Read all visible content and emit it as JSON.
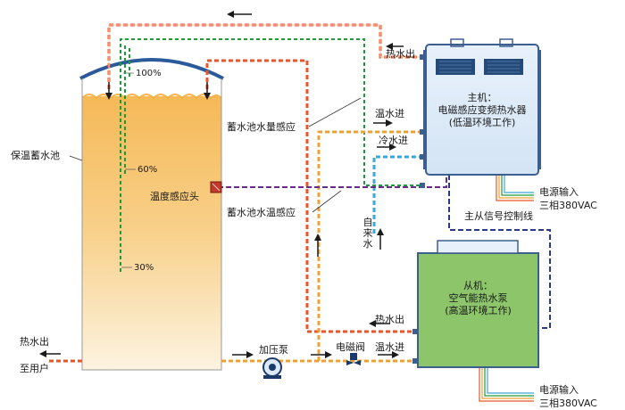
{
  "tank": {
    "label": "保温蓄水池",
    "level_100": "100%",
    "level_60": "60%",
    "level_30": "30%",
    "outlet_label_line1": "热水出",
    "outlet_label_line2": "至用户"
  },
  "main_unit": {
    "title_line1": "主机：",
    "title_line2": "电磁感应变频热水器",
    "title_line3": "(低温环境工作)",
    "hot_out": "热水出",
    "warm_in": "温水进",
    "cold_in": "冷水进",
    "power_line1": "电源输入",
    "power_line2": "三相380VAC"
  },
  "slave_unit": {
    "title_line1": "从机：",
    "title_line2": "空气能热水泵",
    "title_line3": "(高温环境工作)",
    "hot_out": "热水出",
    "warm_in": "温水进",
    "power_line1": "电源输入",
    "power_line2": "三相380VAC"
  },
  "labels": {
    "temp_probe": "温度感应头",
    "level_sensor": "蓄水池水量感应",
    "temp_sensor": "蓄水池水温感应",
    "tap_water": "自来水",
    "control_line": "主从信号控制线",
    "booster_pump": "加压泵",
    "solenoid_valve": "电磁阀"
  },
  "colors": {
    "hot_pipe": "#e8552a",
    "warm_pipe": "#f0a030",
    "cold_pipe": "#3aa8d8",
    "level_line": "#1d9a3a",
    "signal_line": "#6a2a88",
    "control_line": "#2a3a8a",
    "main_unit_fill": "#dbe9f7",
    "slave_unit_fill": "#8cc56a",
    "tank_edge": "#2a5a9a"
  }
}
